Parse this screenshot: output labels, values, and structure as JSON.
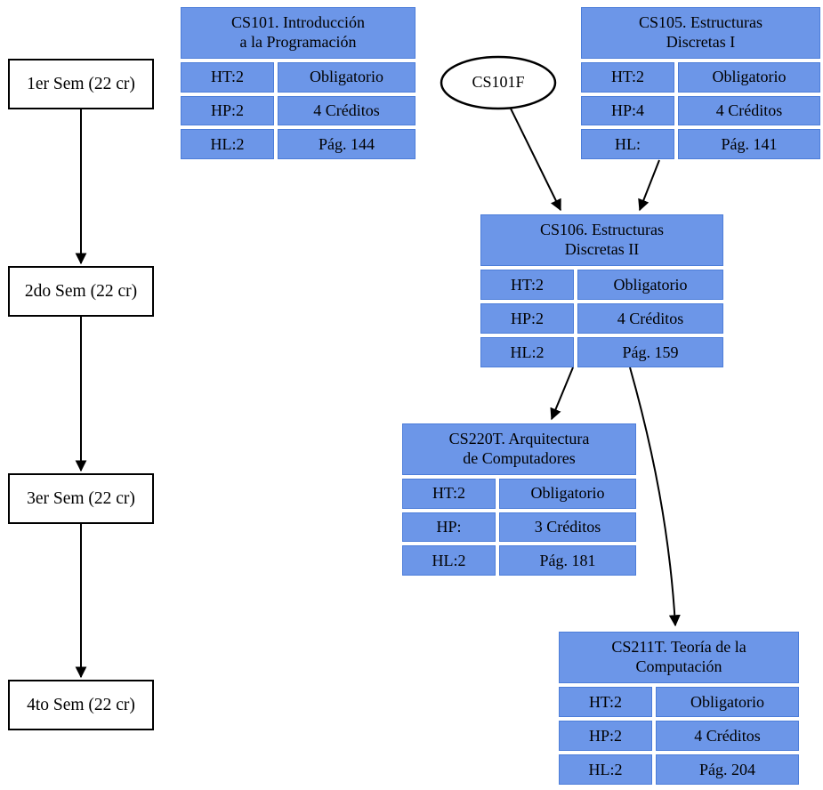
{
  "diagram": {
    "background_color": "#ffffff",
    "course_node_fill": "#6c96e8",
    "course_node_border": "#4c7dd9",
    "semester_box_fill": "#ffffff",
    "semester_box_border": "#000000",
    "edge_color": "#000000",
    "text_color": "#000000"
  },
  "semesters": [
    {
      "label": "1er Sem (22 cr)"
    },
    {
      "label": "2do Sem (22 cr)"
    },
    {
      "label": "3er Sem (22 cr)"
    },
    {
      "label": "4to Sem (22 cr)"
    }
  ],
  "prereq_node": {
    "label": "CS101F"
  },
  "courses": [
    {
      "id": "CS101",
      "title_line1": "CS101. Introducción",
      "title_line2": "a la Programación",
      "rows": [
        {
          "left": "HT:2",
          "right": "Obligatorio"
        },
        {
          "left": "HP:2",
          "right": "4 Créditos"
        },
        {
          "left": "HL:2",
          "right": "Pág. 144"
        }
      ]
    },
    {
      "id": "CS105",
      "title_line1": "CS105. Estructuras",
      "title_line2": "Discretas I",
      "rows": [
        {
          "left": "HT:2",
          "right": "Obligatorio"
        },
        {
          "left": "HP:4",
          "right": "4 Créditos"
        },
        {
          "left": "HL:",
          "right": "Pág. 141"
        }
      ]
    },
    {
      "id": "CS106",
      "title_line1": "CS106. Estructuras",
      "title_line2": "Discretas II",
      "rows": [
        {
          "left": "HT:2",
          "right": "Obligatorio"
        },
        {
          "left": "HP:2",
          "right": "4 Créditos"
        },
        {
          "left": "HL:2",
          "right": "Pág. 159"
        }
      ]
    },
    {
      "id": "CS220T",
      "title_line1": "CS220T. Arquitectura",
      "title_line2": "de Computadores",
      "rows": [
        {
          "left": "HT:2",
          "right": "Obligatorio"
        },
        {
          "left": "HP:",
          "right": "3 Créditos"
        },
        {
          "left": "HL:2",
          "right": "Pág. 181"
        }
      ]
    },
    {
      "id": "CS211T",
      "title_line1": "CS211T. Teoría de la",
      "title_line2": "Computación",
      "rows": [
        {
          "left": "HT:2",
          "right": "Obligatorio"
        },
        {
          "left": "HP:2",
          "right": "4 Créditos"
        },
        {
          "left": "HL:2",
          "right": "Pág. 204"
        }
      ]
    }
  ]
}
